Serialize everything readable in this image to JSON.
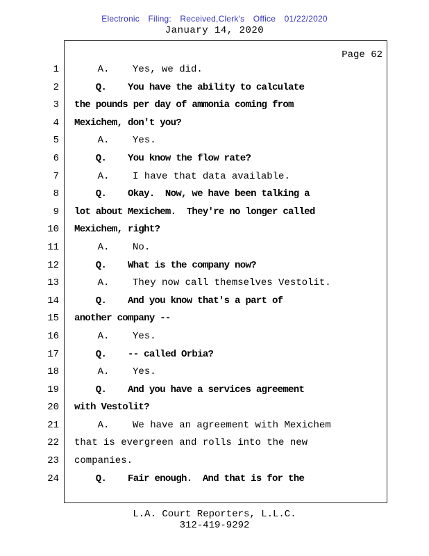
{
  "colors": {
    "header_blue": "#3333bb",
    "text": "#000000",
    "border": "#2a2a2a"
  },
  "header": {
    "filing_line": "Electronic Filing: Received,Clerk's Office 01/22/2020",
    "date_line": "January 14, 2020"
  },
  "page": {
    "page_label": "Page 62",
    "lines": [
      {
        "num": "1",
        "text": "    A.    Yes, we did.",
        "bold": false
      },
      {
        "num": "2",
        "text": "    Q.    You have the ability to calculate",
        "bold": true
      },
      {
        "num": "3",
        "text": "the pounds per day of ammonia coming from",
        "bold": true
      },
      {
        "num": "4",
        "text": "Mexichem, don't you?",
        "bold": true
      },
      {
        "num": "5",
        "text": "    A.    Yes.",
        "bold": false
      },
      {
        "num": "6",
        "text": "    Q.    You know the flow rate?",
        "bold": true
      },
      {
        "num": "7",
        "text": "    A.    I have that data available.",
        "bold": false
      },
      {
        "num": "8",
        "text": "    Q.    Okay.  Now, we have been talking a",
        "bold": true
      },
      {
        "num": "9",
        "text": "lot about Mexichem.  They're no longer called",
        "bold": true
      },
      {
        "num": "10",
        "text": "Mexichem, right?",
        "bold": true
      },
      {
        "num": "11",
        "text": "    A.    No.",
        "bold": false
      },
      {
        "num": "12",
        "text": "    Q.    What is the company now?",
        "bold": true
      },
      {
        "num": "13",
        "text": "    A.    They now call themselves Vestolit.",
        "bold": false
      },
      {
        "num": "14",
        "text": "    Q.    And you know that's a part of",
        "bold": true
      },
      {
        "num": "15",
        "text": "another company --",
        "bold": true
      },
      {
        "num": "16",
        "text": "    A.    Yes.",
        "bold": false
      },
      {
        "num": "17",
        "text": "    Q.    -- called Orbia?",
        "bold": true
      },
      {
        "num": "18",
        "text": "    A.    Yes.",
        "bold": false
      },
      {
        "num": "19",
        "text": "    Q.    And you have a services agreement",
        "bold": true
      },
      {
        "num": "20",
        "text": "with Vestolit?",
        "bold": true
      },
      {
        "num": "21",
        "text": "    A.    We have an agreement with Mexichem",
        "bold": false
      },
      {
        "num": "22",
        "text": "that is evergreen and rolls into the new",
        "bold": false
      },
      {
        "num": "23",
        "text": "companies.",
        "bold": false
      },
      {
        "num": "24",
        "text": "    Q.    Fair enough.  And that is for the",
        "bold": true
      }
    ]
  },
  "footer": {
    "company": "L.A. Court Reporters, L.L.C.",
    "phone": "312-419-9292"
  }
}
